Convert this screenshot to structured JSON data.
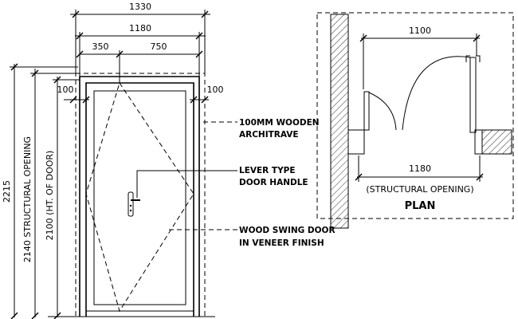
{
  "elevation": {
    "dim_overall_width": "1330",
    "dim_door_width": "1180",
    "dim_leaf_part_a": "350",
    "dim_leaf_part_b": "750",
    "dim_architrave_left": "100",
    "dim_architrave_right": "100",
    "dim_total_height": "2215",
    "dim_structural_opening": "2140 STRUCTURAL OPENING",
    "dim_door_height": "2100 (HT. OF DOOR)"
  },
  "annotations": {
    "architrave": [
      "100MM WOODEN",
      "ARCHITRAVE"
    ],
    "handle": [
      "LEVER TYPE",
      "DOOR HANDLE"
    ],
    "door": [
      "WOOD SWING DOOR",
      "IN VENEER FINISH"
    ]
  },
  "plan": {
    "dim_clear": "1100",
    "dim_opening": "1180",
    "dim_opening_note": "(STRUCTURAL OPENING)",
    "title": "PLAN"
  }
}
